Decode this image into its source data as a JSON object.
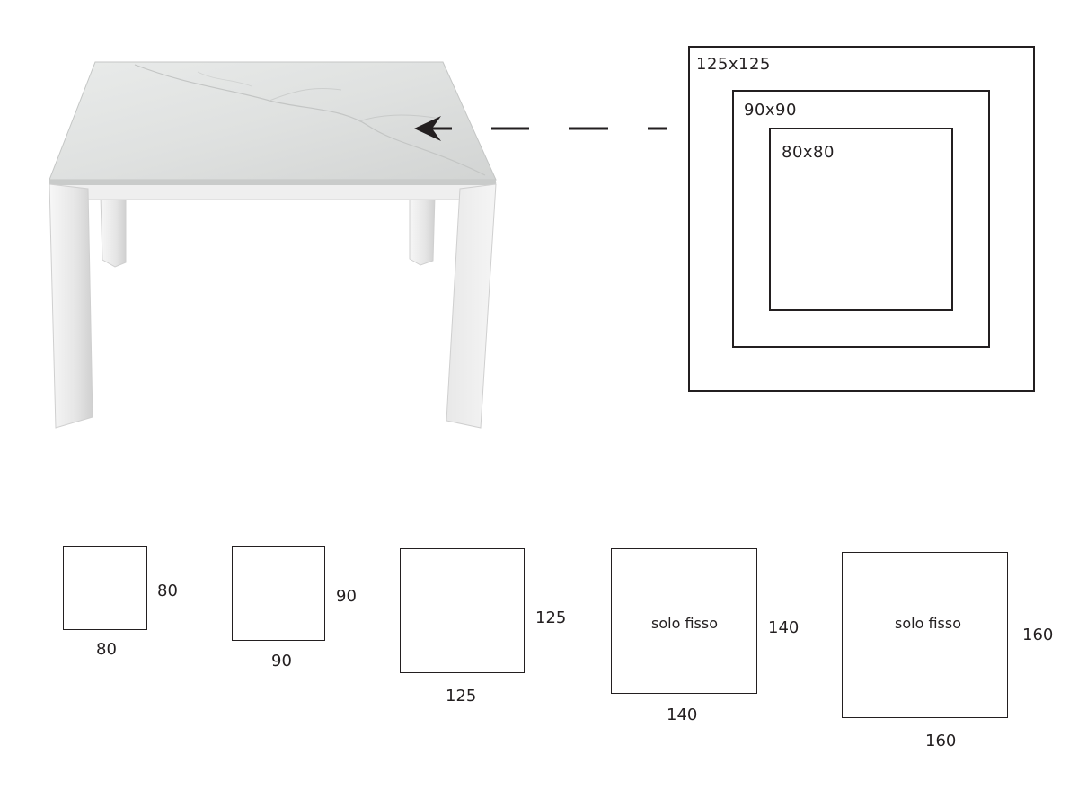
{
  "nested_sizes": [
    {
      "label": "125x125"
    },
    {
      "label": "90x90"
    },
    {
      "label": "80x80"
    }
  ],
  "variants": [
    {
      "width": "80",
      "depth": "80",
      "note": ""
    },
    {
      "width": "90",
      "depth": "90",
      "note": ""
    },
    {
      "width": "125",
      "depth": "125",
      "note": ""
    },
    {
      "width": "140",
      "depth": "140",
      "note": "solo fisso"
    },
    {
      "width": "160",
      "depth": "160",
      "note": "solo fisso"
    }
  ]
}
